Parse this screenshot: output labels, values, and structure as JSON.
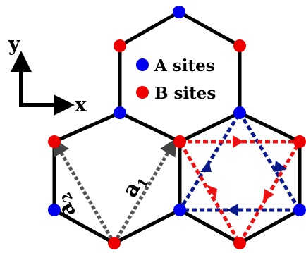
{
  "axes": {
    "y_label": "y",
    "x_label": "x"
  },
  "legend": [
    {
      "label": "A sites",
      "color": "#0000ee"
    },
    {
      "label": "B sites",
      "color": "#ee0000"
    }
  ],
  "vectors": {
    "a1": {
      "letter": "a",
      "subscript": "1"
    },
    "a2": {
      "letter": "a",
      "subscript": "2"
    }
  },
  "colors": {
    "lattice": "#000000",
    "a_site": "#0000ee",
    "b_site": "#ee0000",
    "vector": "#555555",
    "blue_triangle": "#0a1a8a",
    "red_triangle": "#ee1111"
  }
}
